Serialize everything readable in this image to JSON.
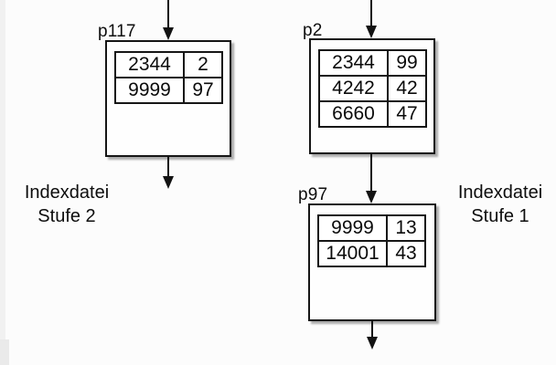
{
  "colors": {
    "background": "#fcfcfc",
    "ink": "#111111",
    "edge_strip": "#f1f1f1"
  },
  "captions": {
    "left": {
      "line1": "Indexdatei",
      "line2": "Stufe 2"
    },
    "right": {
      "line1": "Indexdatei",
      "line2": "Stufe 1"
    }
  },
  "nodes": [
    {
      "id": "p117",
      "label": "p117",
      "rows": [
        [
          "2344",
          "2"
        ],
        [
          "9999",
          "97"
        ]
      ]
    },
    {
      "id": "p2",
      "label": "p2",
      "rows": [
        [
          "2344",
          "99"
        ],
        [
          "4242",
          "42"
        ],
        [
          "6660",
          "47"
        ]
      ]
    },
    {
      "id": "p97",
      "label": "p97",
      "rows": [
        [
          "9999",
          "13"
        ],
        [
          "14001",
          "43"
        ]
      ]
    }
  ]
}
